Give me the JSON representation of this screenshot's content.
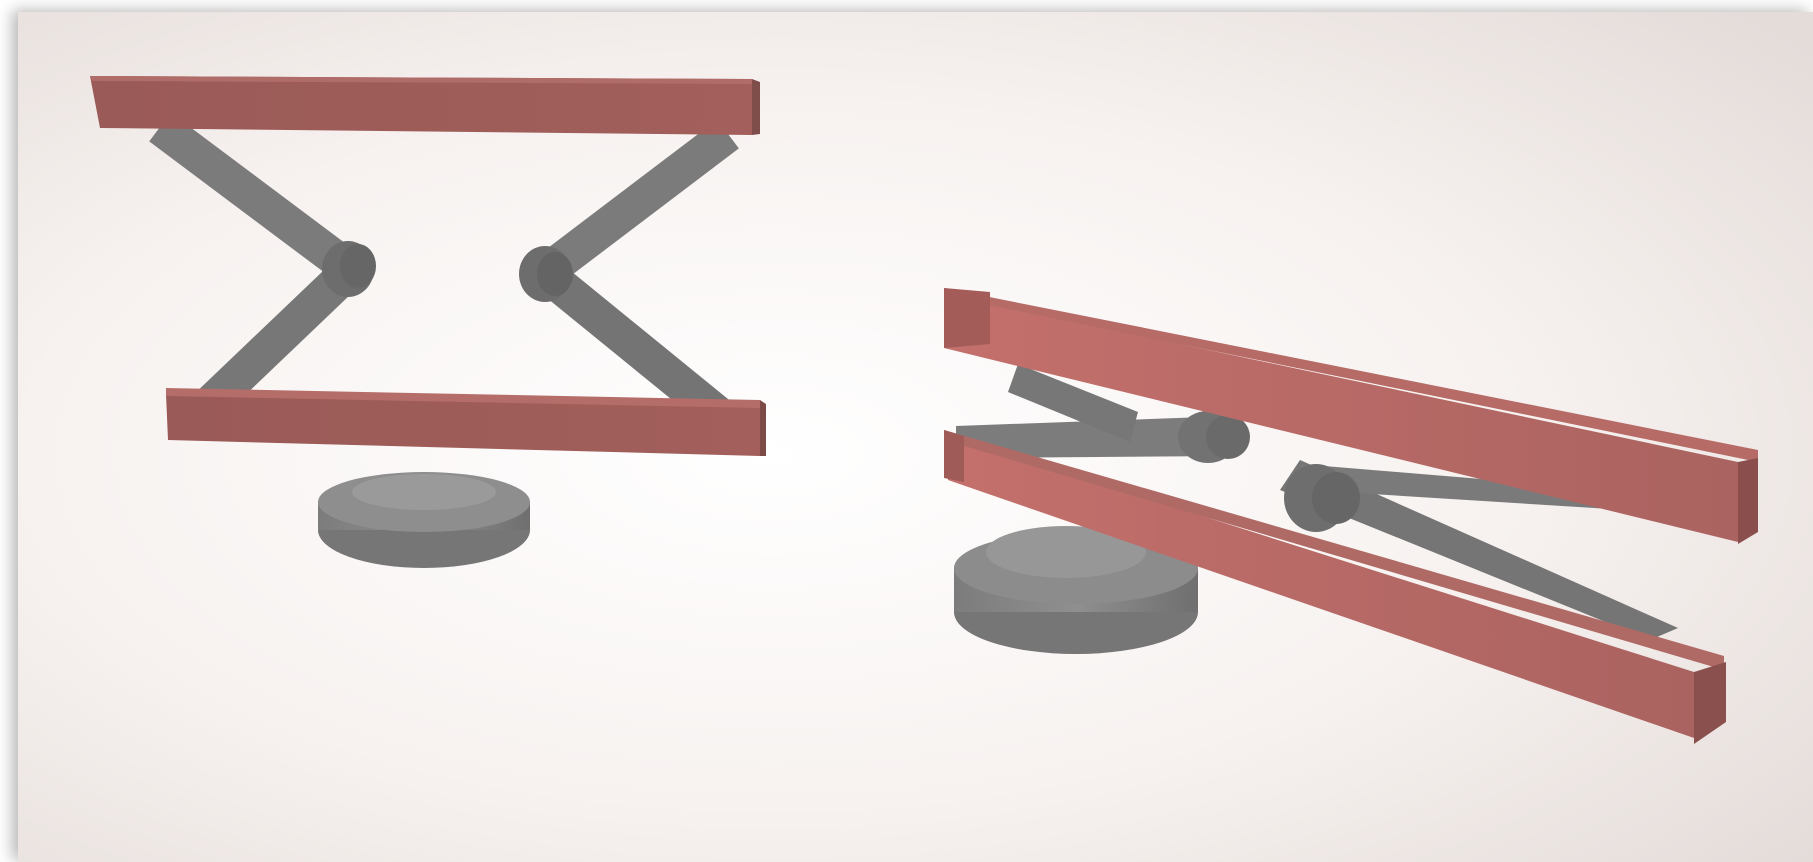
{
  "viewport": {
    "background_center": "#ffffff",
    "background_edge": "#e4dcd9"
  },
  "models": [
    {
      "name": "gripper-open",
      "state": "open",
      "parts": [
        "jaw-top",
        "jaw-bottom",
        "linkage-arms",
        "pivot-pins",
        "base-disc"
      ]
    },
    {
      "name": "gripper-closed",
      "state": "closed",
      "parts": [
        "jaw-top",
        "jaw-bottom",
        "linkage-arms",
        "pivot-pins",
        "base-disc"
      ]
    }
  ],
  "colors": {
    "jaw": "#a8605c",
    "jaw_light": "#c4706c",
    "jaw_dark": "#8e5552",
    "linkage": "#7a7a7a",
    "linkage_dark": "#666666",
    "base": "#8a8a8a",
    "base_top": "#989898",
    "base_dark": "#6e6e6e"
  }
}
